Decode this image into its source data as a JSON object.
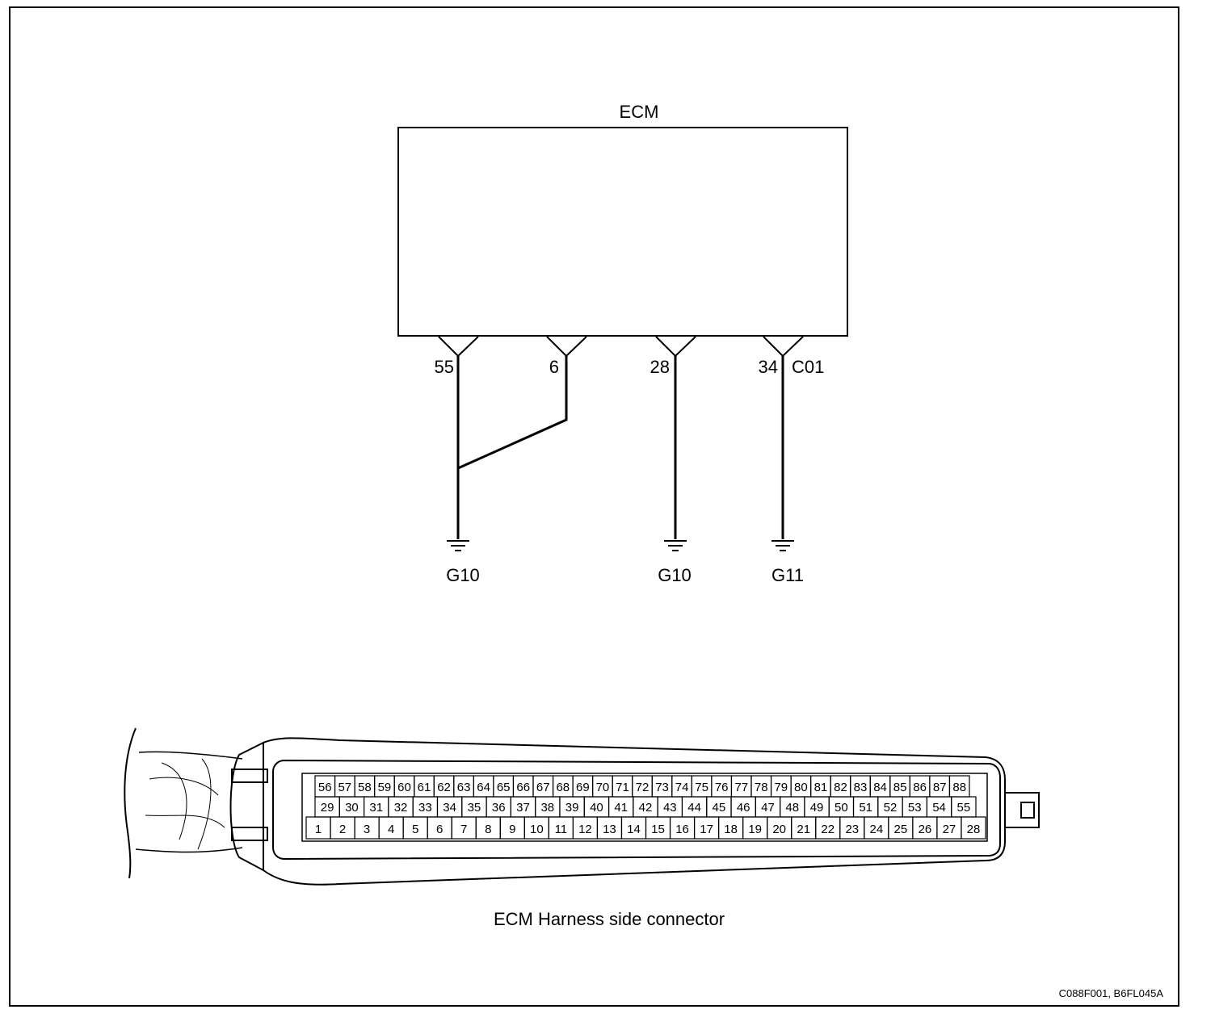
{
  "ecm": {
    "title": "ECM",
    "pins": [
      {
        "number": "55",
        "circuit": ""
      },
      {
        "number": "6",
        "circuit": ""
      },
      {
        "number": "28",
        "circuit": ""
      },
      {
        "number": "34",
        "circuit": "C01"
      }
    ],
    "grounds": [
      {
        "label": "G10",
        "pins": [
          "55",
          "6"
        ]
      },
      {
        "label": "G10",
        "pins": [
          "28"
        ]
      },
      {
        "label": "G11",
        "pins": [
          "34"
        ]
      }
    ]
  },
  "connector": {
    "caption": "ECM Harness side connector",
    "rows": {
      "top": [
        "56",
        "57",
        "58",
        "59",
        "60",
        "61",
        "62",
        "63",
        "64",
        "65",
        "66",
        "67",
        "68",
        "69",
        "70",
        "71",
        "72",
        "73",
        "74",
        "75",
        "76",
        "77",
        "78",
        "79",
        "80",
        "81",
        "82",
        "83",
        "84",
        "85",
        "86",
        "87",
        "88"
      ],
      "middle": [
        "29",
        "30",
        "31",
        "32",
        "33",
        "34",
        "35",
        "36",
        "37",
        "38",
        "39",
        "40",
        "41",
        "42",
        "43",
        "44",
        "45",
        "46",
        "47",
        "48",
        "49",
        "50",
        "51",
        "52",
        "53",
        "54",
        "55"
      ],
      "bottom": [
        "1",
        "2",
        "3",
        "4",
        "5",
        "6",
        "7",
        "8",
        "9",
        "10",
        "11",
        "12",
        "13",
        "14",
        "15",
        "16",
        "17",
        "18",
        "19",
        "20",
        "21",
        "22",
        "23",
        "24",
        "25",
        "26",
        "27",
        "28"
      ]
    }
  },
  "figure_code": "C088F001, B6FL045A"
}
